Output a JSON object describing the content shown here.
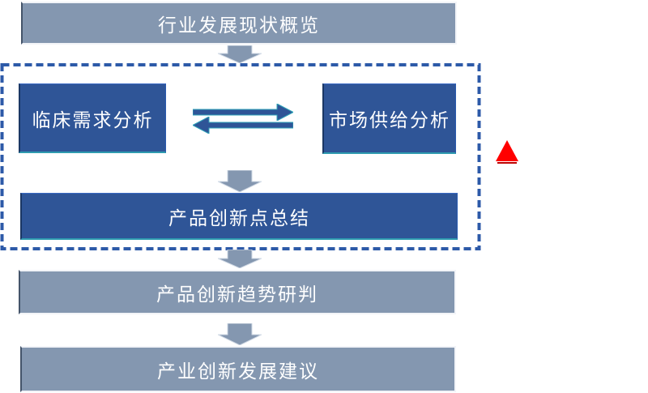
{
  "diagram": {
    "nodes": {
      "overview": {
        "label": "行业发展现状概览"
      },
      "clinical_demand": {
        "label": "临床需求分析"
      },
      "market_supply": {
        "label": "市场供给分析"
      },
      "innovation_summary": {
        "label": "产品创新点总结"
      },
      "innovation_trend": {
        "label": "产品创新趋势研判"
      },
      "industry_suggestion": {
        "label": "产业创新发展建议"
      }
    },
    "icons": {
      "down_arrow": "block-arrow-down",
      "exchange_right_arrow": "block-arrow-right",
      "exchange_left_arrow": "block-arrow-left",
      "marker": "red-triangle"
    },
    "colors": {
      "node_gray_blue": "#8497B0",
      "node_dark_blue": "#2F5597",
      "dashed_border_blue": "#2D5AA8",
      "arrow_edge_teal": "#2FA3B8",
      "marker_red": "#FF0000",
      "text_white": "#FFFFFF"
    }
  }
}
